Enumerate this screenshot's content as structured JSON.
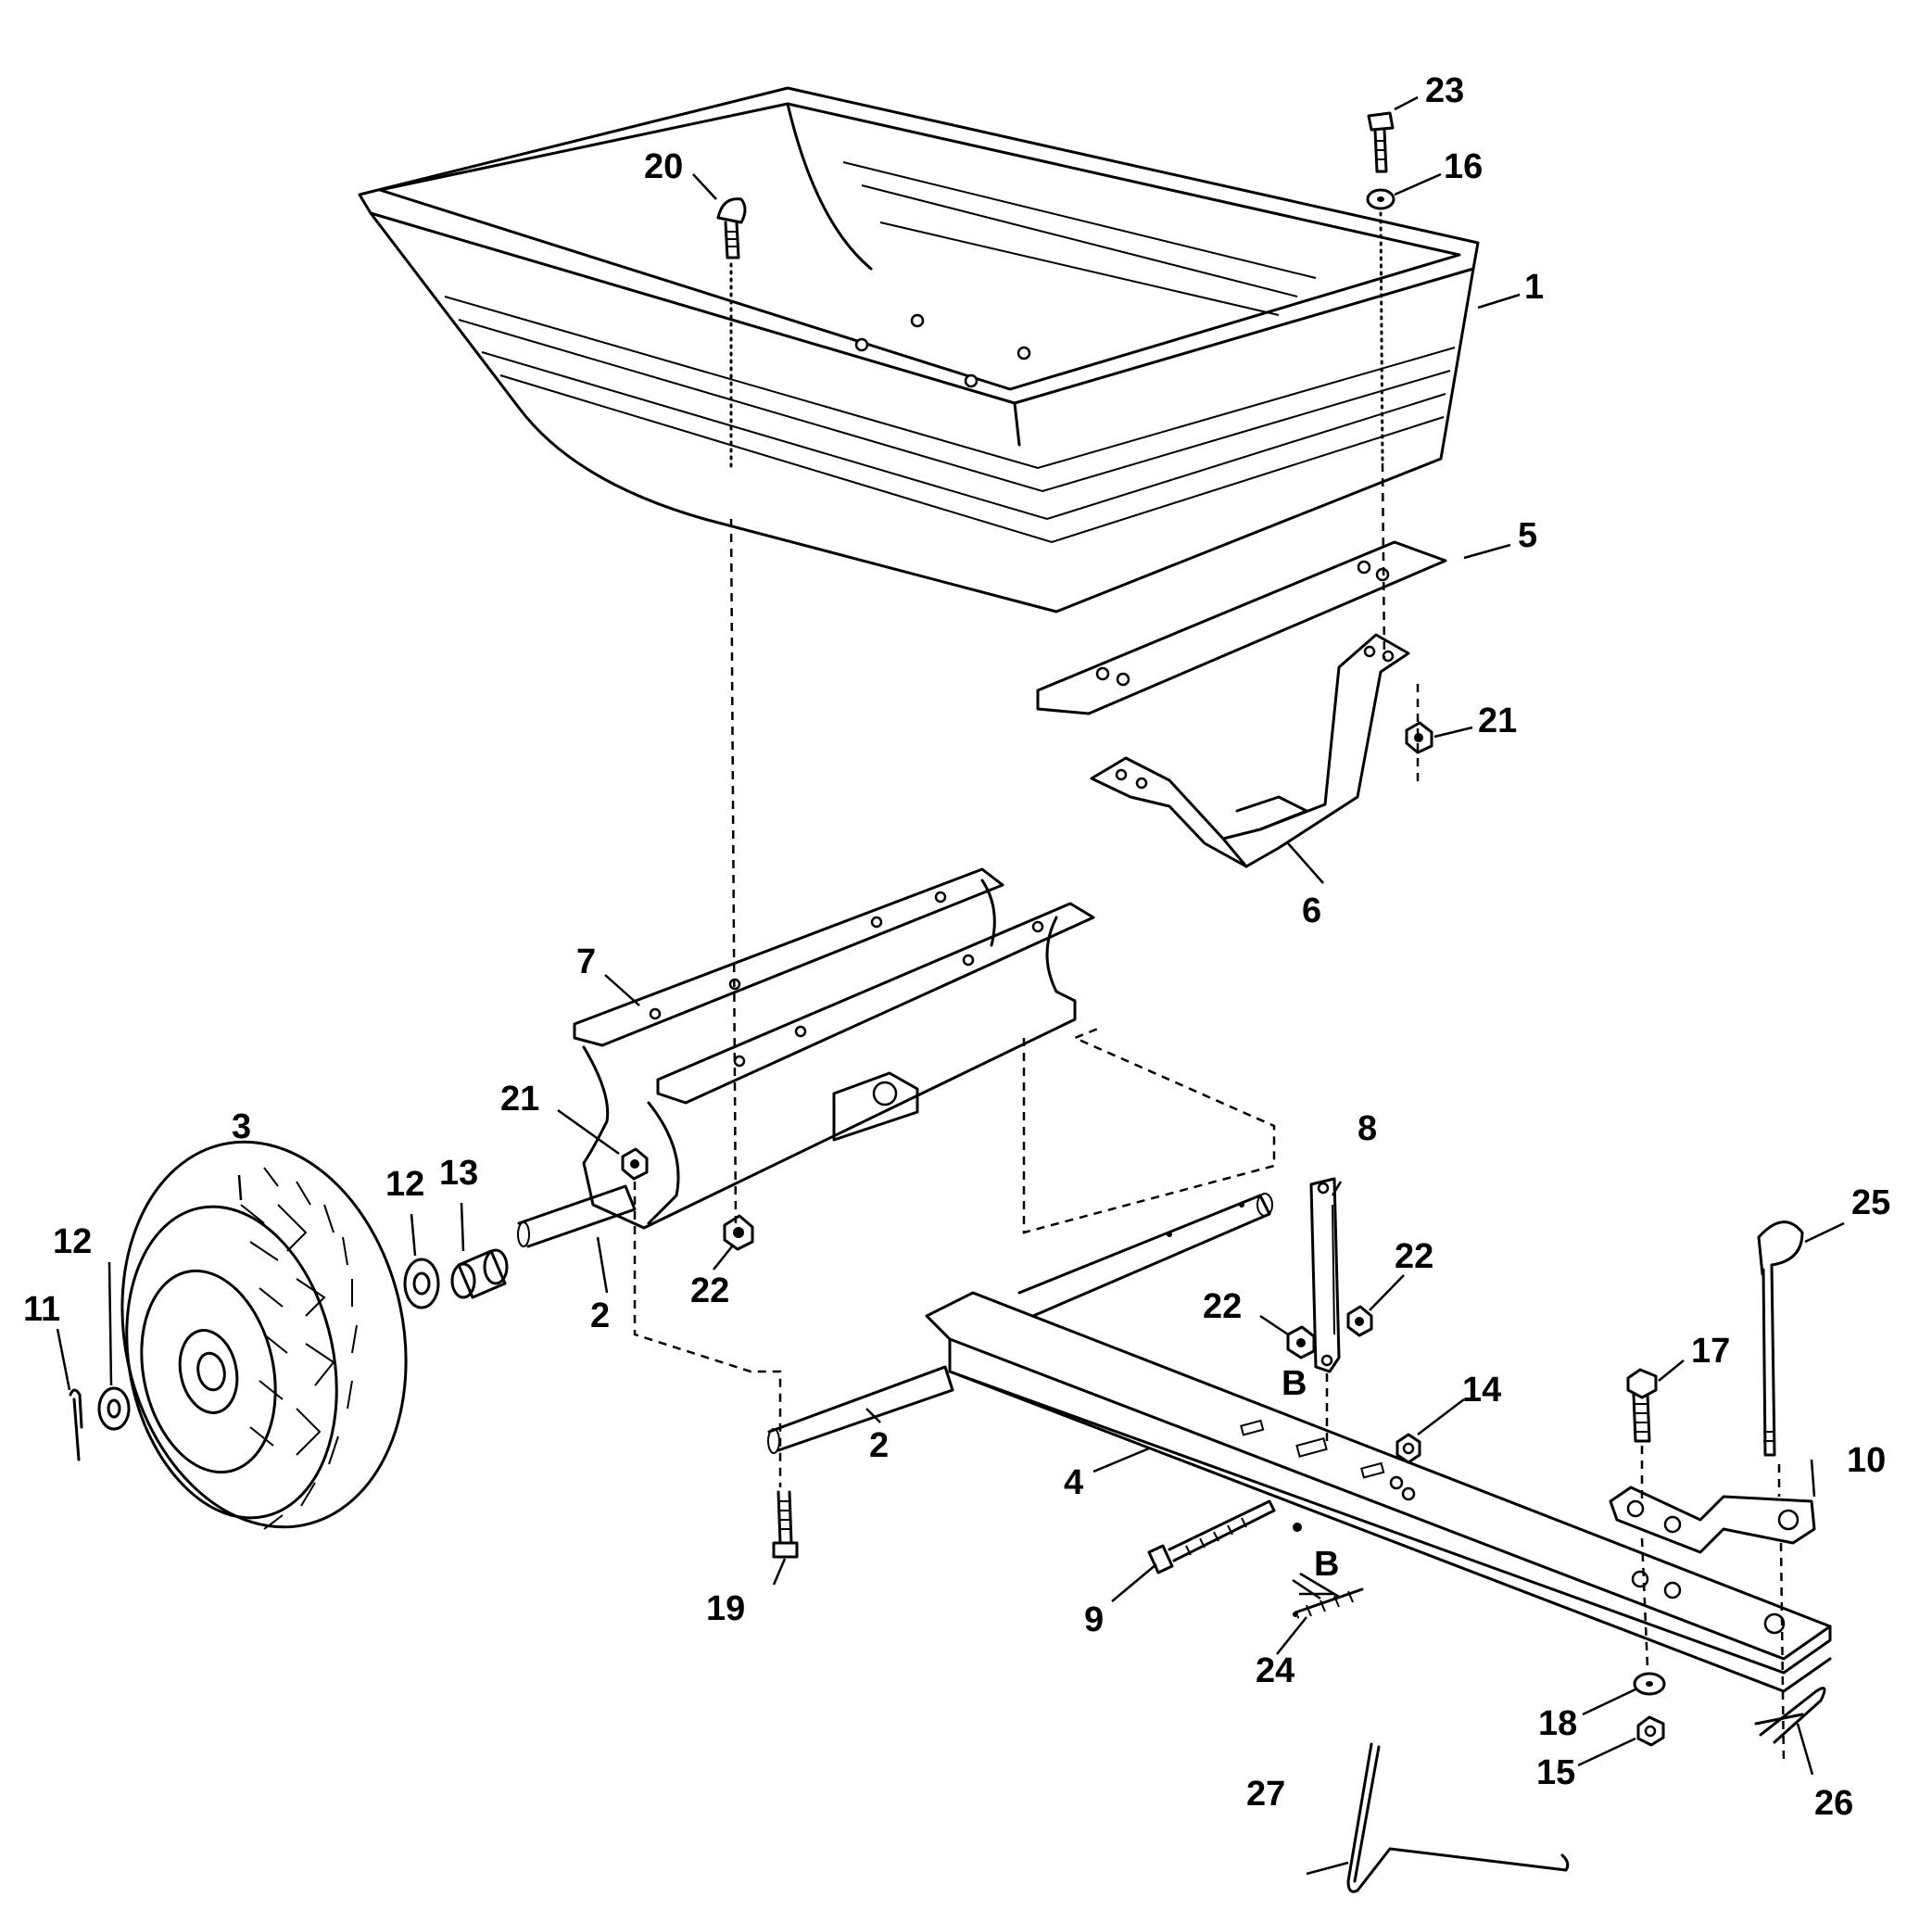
{
  "callouts": {
    "c1": "1",
    "c2a": "2",
    "c2b": "2",
    "c3": "3",
    "c4": "4",
    "c5": "5",
    "c6": "6",
    "c7": "7",
    "c8": "8",
    "c9": "9",
    "c10": "10",
    "c11": "11",
    "c12a": "12",
    "c12b": "12",
    "c13": "13",
    "c14": "14",
    "c15": "15",
    "c16": "16",
    "c17": "17",
    "c18": "18",
    "c19": "19",
    "c20": "20",
    "c21a": "21",
    "c21b": "21",
    "c22a": "22",
    "c22b": "22",
    "c22c": "22",
    "c23": "23",
    "c24": "24",
    "c25": "25",
    "c26": "26",
    "c27": "27",
    "cBa": "B",
    "cBb": "B"
  }
}
